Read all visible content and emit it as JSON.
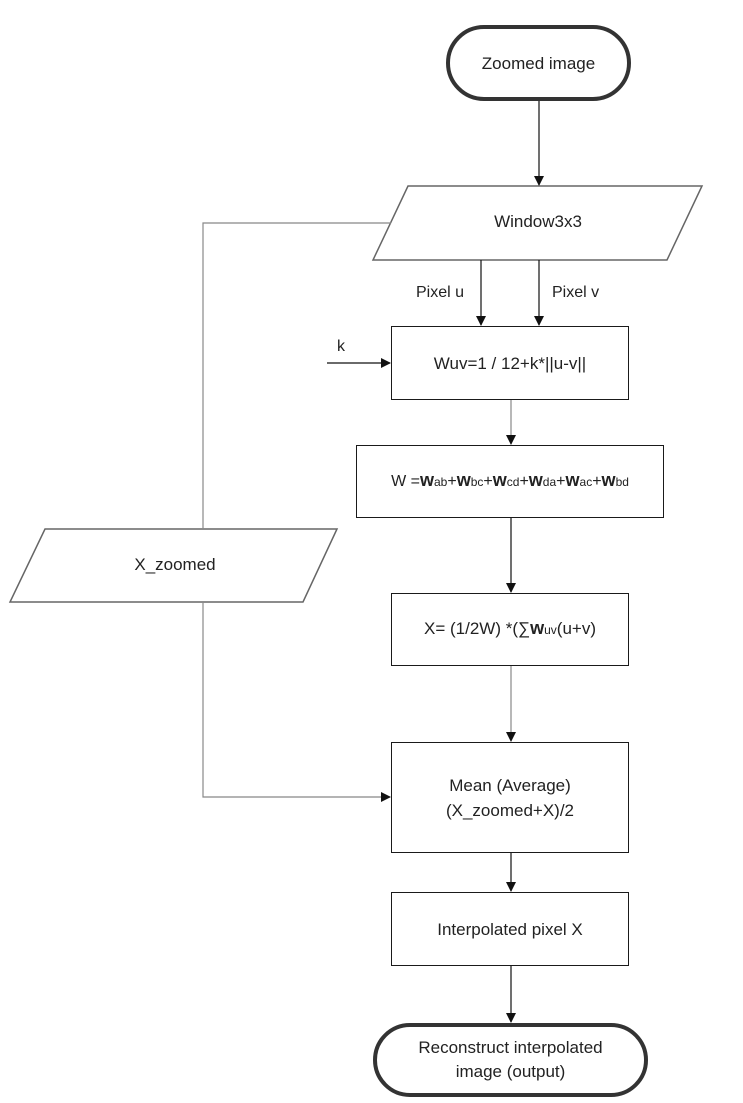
{
  "nodes": {
    "start": "Zoomed image",
    "window": "Window3x3",
    "weight_uv": "Wuv=1 / 12+k*||u-v||",
    "weight_sum": {
      "prefix": "W =",
      "terms": [
        {
          "w": "w",
          "sub": "ab"
        },
        {
          "w": "w",
          "sub": "bc"
        },
        {
          "w": "w",
          "sub": "cd"
        },
        {
          "w": "w",
          "sub": "da"
        },
        {
          "w": "w",
          "sub": "ac"
        },
        {
          "w": "w",
          "sub": "bd"
        }
      ]
    },
    "x_formula": {
      "prefix": "X= (1/2W) *(∑",
      "w": "w",
      "sub": "uv",
      "suffix": "(u+v)"
    },
    "x_zoomed": "X_zoomed",
    "mean_line1": "Mean (Average)",
    "mean_line2": "(X_zoomed+X)/2",
    "interpolated": "Interpolated pixel X",
    "end_line1": "Reconstruct interpolated",
    "end_line2": "image (output)"
  },
  "labels": {
    "pixel_u": "Pixel u",
    "pixel_v": "Pixel v",
    "k": "k"
  }
}
